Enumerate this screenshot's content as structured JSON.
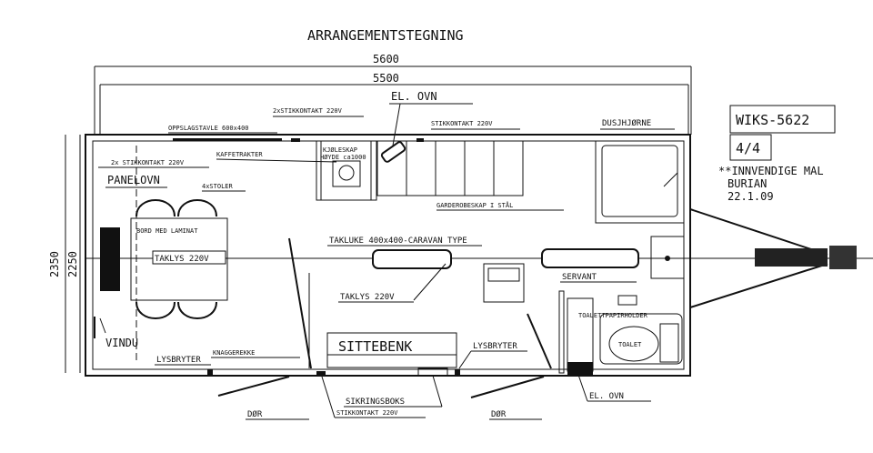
{
  "title": "ARRANGEMENTSTEGNING",
  "dimensions": {
    "outer_length": "5600",
    "inner_length": "5500",
    "outer_width": "2350",
    "inner_width": "2250"
  },
  "info_box": {
    "model": "WIKS-5622",
    "sheet": "4/4",
    "note": "**INNVENDIGE MAL",
    "author": "BURIAN",
    "date": "22.1.09"
  },
  "labels": {
    "el_ovn_top": "EL. OVN",
    "stikkontakt_2x_top": "2xSTIKKONTAKT 220V",
    "oppslagstavle": "OPPSLAGSTAVLE 600x400",
    "stikkontakt_top_right": "STIKKONTAKT 220V",
    "dusjhjorne": "DUSJHJØRNE",
    "stikkontakt_2x_left": "2x STIKKONTAKT 220V",
    "kaffetrakter": "KAFFETRAKTER",
    "kjoleskap_1": "KJØLESKAP",
    "kjoleskap_2": "HØYDE ca1000",
    "panelovn": "PANELOVN",
    "stoler": "4xSTOLER",
    "garderobeskap": "GARDEROBESKAP I STÅL",
    "bord": "BORD MED LAMINAT",
    "takluke": "TAKLUKE 400x400-CARAVAN TYPE",
    "taklys_left": "TAKLYS 220V",
    "servant": "SERVANT",
    "taklys_mid": "TAKLYS 220V",
    "toalettpapirholder": "TOALETTPAPIRHOLDER",
    "toalet": "TOALET",
    "vindu": "VINDU",
    "sittebenk": "SITTEBENK",
    "lysbryter_right": "LYSBRYTER",
    "lysbryter_left": "LYSBRYTER",
    "knaggerekke": "KNAGGEREKKE",
    "el_ovn_bottom": "EL. OVN",
    "sikringsboks": "SIKRINGSBOKS",
    "stikkontakt_bottom": "STIKKONTAKT 220V",
    "dor_left": "DØR",
    "dor_right": "DØR"
  }
}
